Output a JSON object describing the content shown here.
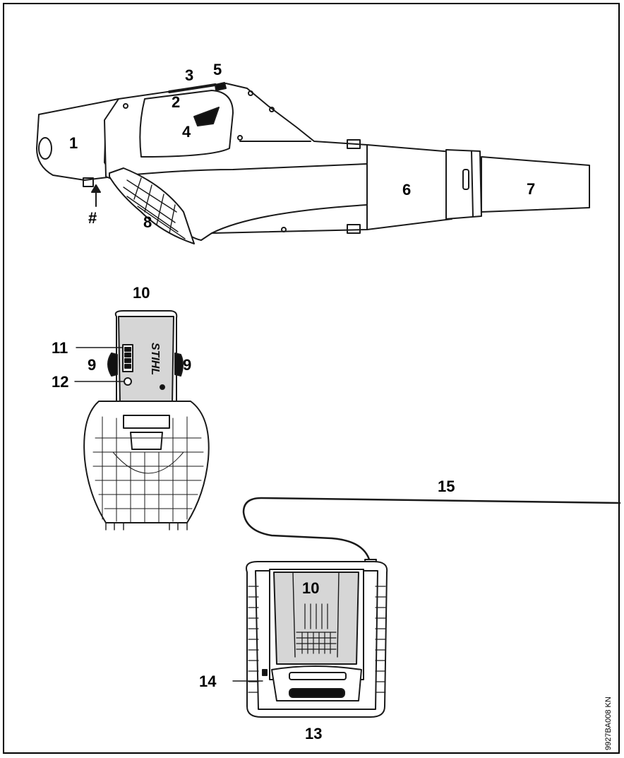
{
  "labels": {
    "l1": "1",
    "l2": "2",
    "l3": "3",
    "l4": "4",
    "l5": "5",
    "l6": "6",
    "l7": "7",
    "l8": "8",
    "lhash": "#",
    "l9a": "9",
    "l9b": "9",
    "l10a": "10",
    "l11": "11",
    "l12": "12",
    "l10b": "10",
    "l13": "13",
    "l14": "14",
    "l15": "15"
  },
  "brand_text": "STIHL",
  "document_code": "9927BA008 KN",
  "colors": {
    "outline": "#1a1a1a",
    "battery_fill": "#d6d6d6",
    "grip_fill": "#111111"
  }
}
